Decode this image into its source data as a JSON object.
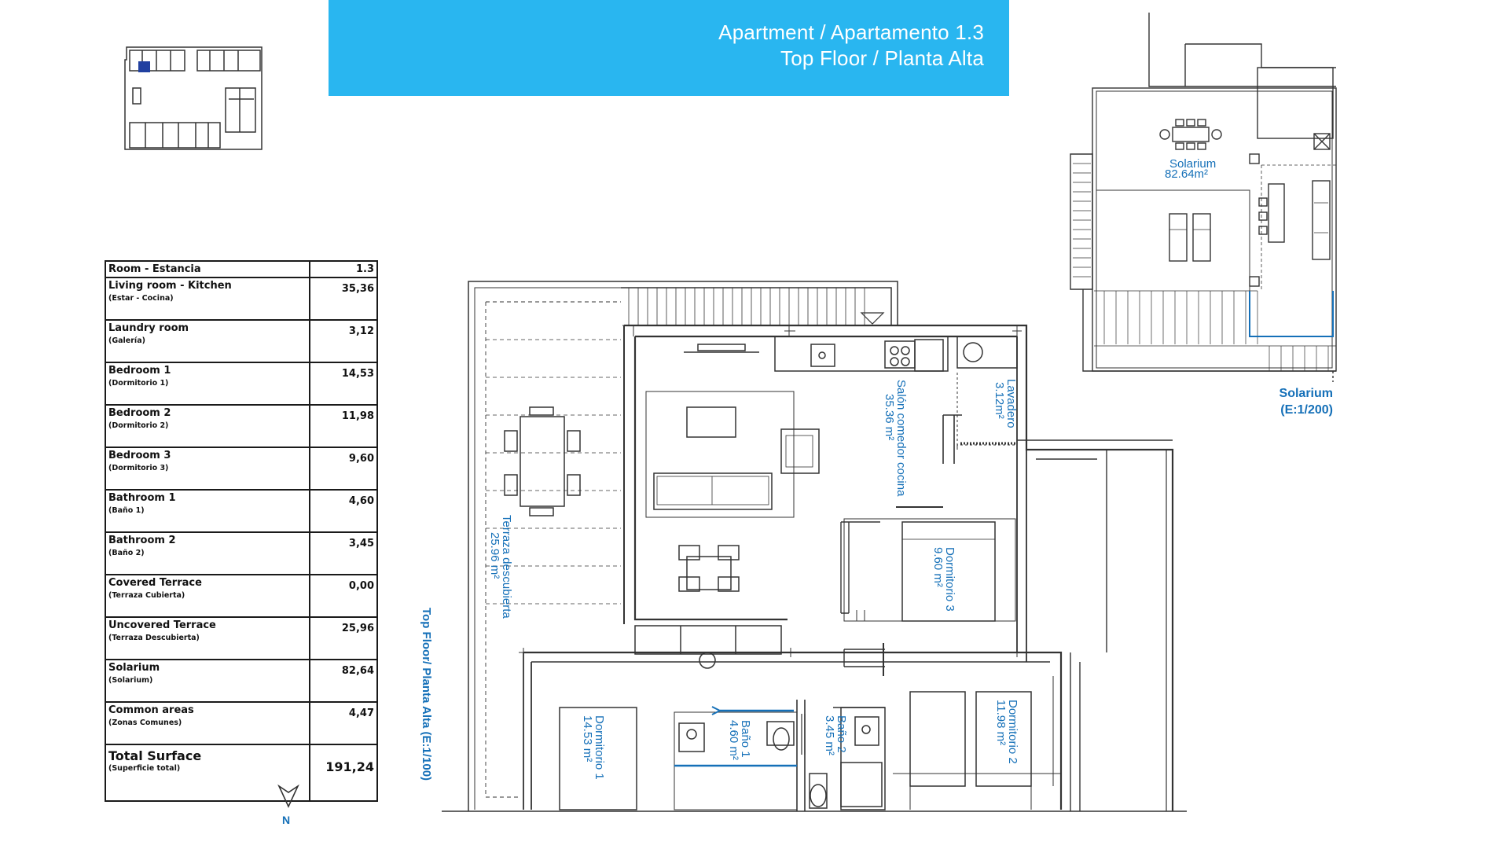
{
  "header": {
    "line1": "Apartment / Apartamento 1.3",
    "line2": "Top Floor / Planta Alta",
    "color": "#29b6f0"
  },
  "table": {
    "header": {
      "label": "Room - Estancia",
      "value": "1.3"
    },
    "rows": [
      {
        "name": "Living room - Kitchen",
        "sub": "(Estar - Cocina)",
        "value": "35,36"
      },
      {
        "name": "Laundry room",
        "sub": "(Galería)",
        "value": "3,12"
      },
      {
        "name": "Bedroom 1",
        "sub": "(Dormitorio 1)",
        "value": "14,53"
      },
      {
        "name": "Bedroom 2",
        "sub": "(Dormitorio 2)",
        "value": "11,98"
      },
      {
        "name": "Bedroom 3",
        "sub": "(Dormitorio 3)",
        "value": "9,60"
      },
      {
        "name": "Bathroom 1",
        "sub": "(Baño 1)",
        "value": "4,60"
      },
      {
        "name": "Bathroom 2",
        "sub": "(Baño 2)",
        "value": "3,45"
      },
      {
        "name": "Covered Terrace",
        "sub": "(Terraza Cubierta)",
        "value": "0,00"
      },
      {
        "name": "Uncovered Terrace",
        "sub": "(Terraza Descubierta)",
        "value": "25,96"
      },
      {
        "name": "Solarium",
        "sub": "(Solarium)",
        "value": "82,64"
      },
      {
        "name": "Common areas",
        "sub": "(Zonas Comunes)",
        "value": "4,47"
      }
    ],
    "total": {
      "name": "Total Surface",
      "sub": "(Superficie total)",
      "value": "191,24"
    }
  },
  "north_label": "N",
  "floor_label": "Top Floor/ Planta Alta (E:1/100)",
  "solarium_plan": {
    "title": "Solarium",
    "scale": "(E:1/200)",
    "room_name": "Solarium",
    "room_area": "82.64m²"
  },
  "rooms": {
    "salon": {
      "name": "Salón comedor cocina",
      "area": "35.36 m²"
    },
    "lavadero": {
      "name": "Lavadero",
      "area": "3.12m²"
    },
    "dormitorio3": {
      "name": "Dormitorio 3",
      "area": "9.60 m²"
    },
    "terraza": {
      "name": "Terraza descubierta",
      "area": "25.96 m²"
    },
    "dormitorio1": {
      "name": "Dormitorio 1",
      "area": "14.53 m²"
    },
    "bano1": {
      "name": "Baño 1",
      "area": "4.60 m²"
    },
    "bano2": {
      "name": "Baño 2",
      "area": "3.45 m²"
    },
    "dormitorio2": {
      "name": "Dormitorio 2",
      "area": "11.98 m²"
    }
  },
  "colors": {
    "accent": "#1570b8",
    "wall": "#333333"
  }
}
